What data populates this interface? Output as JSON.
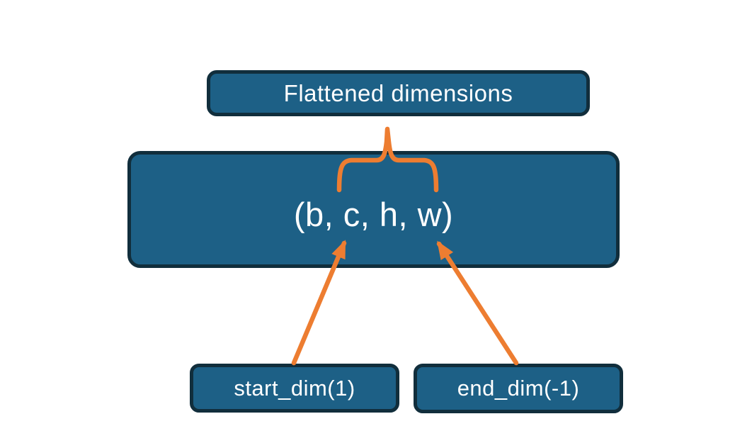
{
  "diagram": {
    "nodes": {
      "flattened": {
        "label": "Flattened dimensions"
      },
      "tensor_shape": {
        "label": "(b, c, h, w)"
      },
      "start_dim": {
        "label": "start_dim(1)"
      },
      "end_dim": {
        "label": "end_dim(-1)"
      }
    },
    "colors": {
      "background": "#ffffff",
      "node_fill": "#1d6086",
      "node_border": "#112e3c",
      "node_text": "#ffffff",
      "connector_orange": "#ed7d31"
    }
  }
}
